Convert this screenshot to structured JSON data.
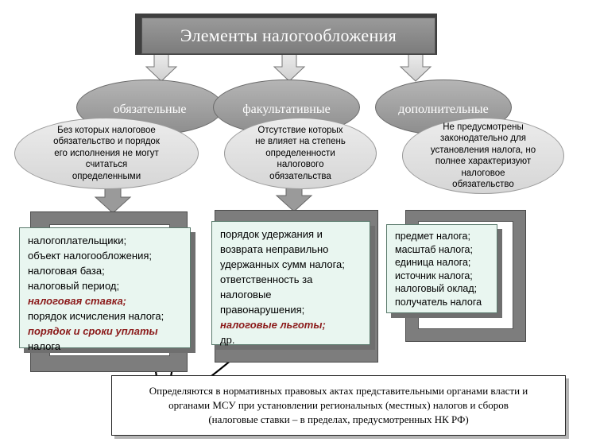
{
  "title": "Элементы налогообложения",
  "categories": [
    {
      "label": "обязательные",
      "desc_lines": [
        "Без которых налоговое",
        "обязательство и порядок",
        "его исполнения не могут",
        "считаться",
        "определенными"
      ]
    },
    {
      "label": "факультативные",
      "desc_lines": [
        "Отсутствие которых",
        "не влияет на  степень",
        "определенности",
        "налогового",
        "обязательства"
      ]
    },
    {
      "label": "дополнительные",
      "desc_lines": [
        "Не предусмотрены",
        "законодательно для",
        "установления налога, но",
        "полнее характеризуют",
        "налоговое",
        "обязательство"
      ]
    }
  ],
  "lists": {
    "mandatory": [
      {
        "text": "налогоплательщики;",
        "highlight": false
      },
      {
        "text": "объект налогообложения;",
        "highlight": false
      },
      {
        "text": "налоговая база;",
        "highlight": false
      },
      {
        "text": "налоговый период;",
        "highlight": false
      },
      {
        "text": "налоговая ставка;",
        "highlight": true
      },
      {
        "text": "порядок исчисления налога;",
        "highlight": false
      },
      {
        "text": "порядок и сроки уплаты",
        "highlight": true
      },
      {
        "text": "налога",
        "highlight": false
      }
    ],
    "optional": [
      {
        "text": "порядок удержания и",
        "highlight": false
      },
      {
        "text": "возврата неправильно",
        "highlight": false
      },
      {
        "text": "удержанных сумм налога;",
        "highlight": false
      },
      {
        "text": "ответственность за",
        "highlight": false
      },
      {
        "text": "налоговые",
        "highlight": false
      },
      {
        "text": "правонарушения;",
        "highlight": false
      },
      {
        "text": "налоговые льготы;",
        "highlight": true
      },
      {
        "text": "др.",
        "highlight": false
      }
    ],
    "additional": [
      {
        "text": "предмет налога;",
        "highlight": false
      },
      {
        "text": "масштаб налога;",
        "highlight": false
      },
      {
        "text": "единица налога;",
        "highlight": false
      },
      {
        "text": "источник налога;",
        "highlight": false
      },
      {
        "text": "налоговый оклад;",
        "highlight": false
      },
      {
        "text": "получатель налога",
        "highlight": false
      }
    ]
  },
  "note_lines": [
    "Определяются в нормативных правовых актах представительными органами власти и",
    "органами МСУ при установлении региональных (местных) налогов и сборов",
    "(налоговые ставки – в пределах, предусмотренных НК РФ)"
  ],
  "colors": {
    "highlight": "#8b1a1a",
    "list_bg": "#e9f6f0",
    "gray": "#8d8d8d"
  }
}
